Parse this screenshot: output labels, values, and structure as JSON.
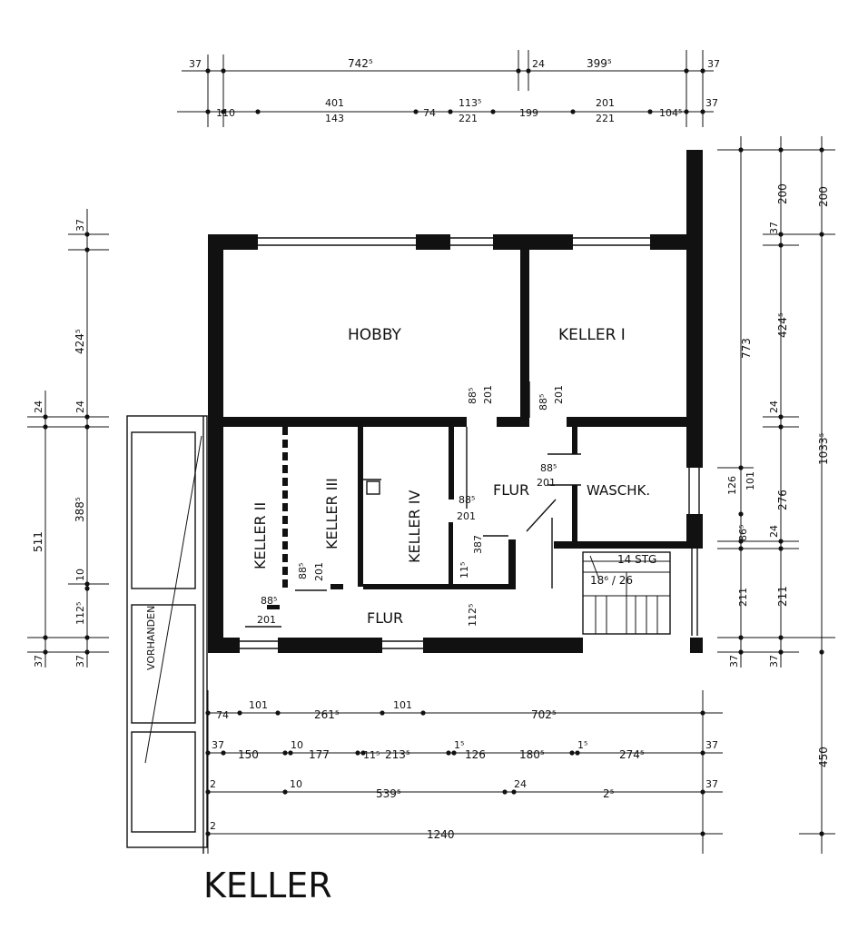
{
  "title": "KELLER",
  "rooms": {
    "hobby": "HOBBY",
    "keller1": "KELLER I",
    "keller2": "KELLER II",
    "keller3": "KELLER III",
    "keller4": "KELLER IV",
    "flur_upper": "FLUR",
    "flur_lower": "FLUR",
    "waschk": "WASCHK.",
    "vorhanden": "VORHANDEN"
  },
  "stairs": {
    "steps": "14 STG",
    "ratio": "18⁶ / 26"
  },
  "door_labels": {
    "d1_top": "88⁵",
    "d1_bot": "201",
    "d2_top": "88⁵",
    "d2_bot": "201",
    "d3_top": "88⁵",
    "d3_bot": "201",
    "d4_top": "88⁵",
    "d4_bot": "201",
    "d5_top": "88⁵",
    "d5_bot": "201",
    "d6_top": "88⁵",
    "d6_bot": "201",
    "d7": "387",
    "d8": "11⁵",
    "d9": "112⁵"
  },
  "dims_top": {
    "row1": [
      "37",
      "742⁵",
      "24",
      "399⁵",
      "37"
    ],
    "row2": [
      "110",
      "401",
      "143",
      "74",
      "113⁵",
      "221",
      "199",
      "201",
      "221",
      "104⁵",
      "37"
    ]
  },
  "dims_bottom": {
    "row1": [
      "74",
      "101",
      "261⁵",
      "101",
      "702⁵"
    ],
    "row2": [
      "37",
      "150",
      "10",
      "177",
      "11⁵",
      "213⁵",
      "1⁵",
      "126",
      "180⁵",
      "1⁵",
      "274⁵",
      "37"
    ],
    "row3": [
      "2",
      "10",
      "539⁵",
      "24",
      "2⁵",
      "37"
    ],
    "row4": [
      "2",
      "1240"
    ]
  },
  "dims_left": {
    "outer": [
      "24",
      "511",
      "37"
    ],
    "inner": [
      "37",
      "424⁵",
      "24",
      "388⁵",
      "10",
      "112⁵",
      "37"
    ]
  },
  "dims_right": {
    "col1": [
      "773",
      "126",
      "101",
      "86⁵",
      "211",
      "37"
    ],
    "col2": [
      "200",
      "37",
      "424⁵",
      "24",
      "276",
      "24",
      "211",
      "37"
    ],
    "col3": [
      "200",
      "1033⁵",
      "450"
    ]
  }
}
